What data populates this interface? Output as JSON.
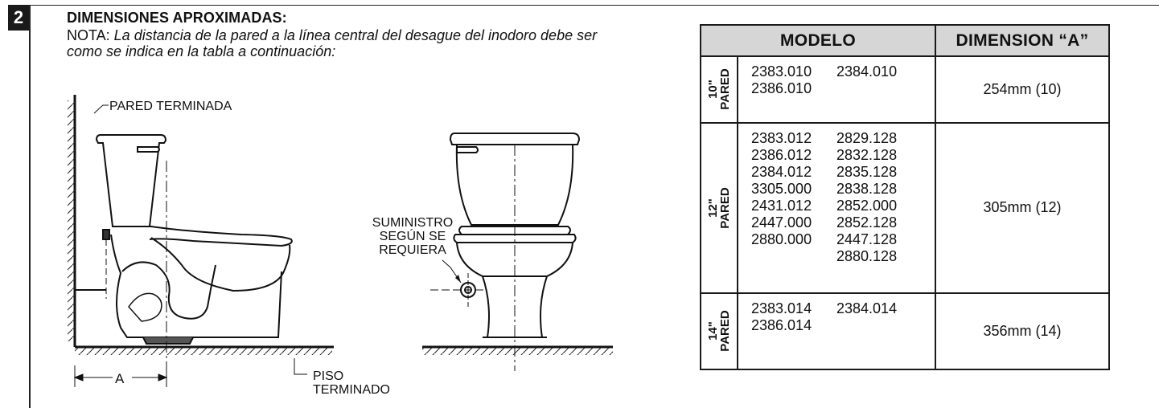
{
  "step": {
    "number": "2"
  },
  "heading": "DIMENSIONES APROXIMADAS:",
  "note": {
    "lead": "NOTA: ",
    "body": "La distancia de la pared a la línea central del desague del inodoro debe ser como se indica en la tabla a continuación:"
  },
  "diagram": {
    "wall_label": "PARED TERMINADA",
    "supply_label_1": "SUMINISTRO",
    "supply_label_2": "SEGÚN SE",
    "supply_label_3": "REQUIERA",
    "floor_label_1": "PISO",
    "floor_label_2": "TERMINADO",
    "dimension_label": "A"
  },
  "table": {
    "headers": {
      "model": "MODELO",
      "dimension": "DIMENSION “A”"
    },
    "rows": [
      {
        "pared_num": "10\"",
        "pared_word": "PARED",
        "models_left": [
          "2383.010",
          "2386.010"
        ],
        "models_right": [
          "2384.010"
        ],
        "dimension": "254mm (10)"
      },
      {
        "pared_num": "12\"",
        "pared_word": "PARED",
        "models_left": [
          "2383.012",
          "2386.012",
          "2384.012",
          "3305.000",
          "2431.012",
          "2447.000",
          "2880.000"
        ],
        "models_right": [
          "2829.128",
          "2832.128",
          "2835.128",
          "2838.128",
          "2852.000",
          "2852.128",
          "2447.128",
          "2880.128"
        ],
        "dimension": "305mm (12)"
      },
      {
        "pared_num": "14\"",
        "pared_word": "PARED",
        "models_left": [
          "2383.014",
          "2386.014"
        ],
        "models_right": [
          "2384.014"
        ],
        "dimension": "356mm (14)"
      }
    ]
  }
}
